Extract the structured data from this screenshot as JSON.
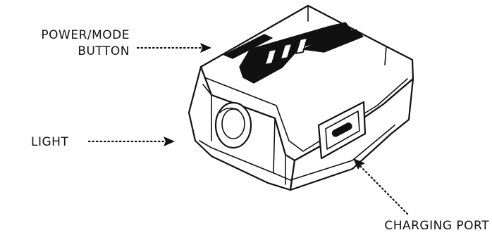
{
  "callouts": {
    "power_mode_line1": "POWER/MODE",
    "power_mode_line2": "BUTTON",
    "light": "LIGHT",
    "charging_port": "CHARGING PORT"
  }
}
